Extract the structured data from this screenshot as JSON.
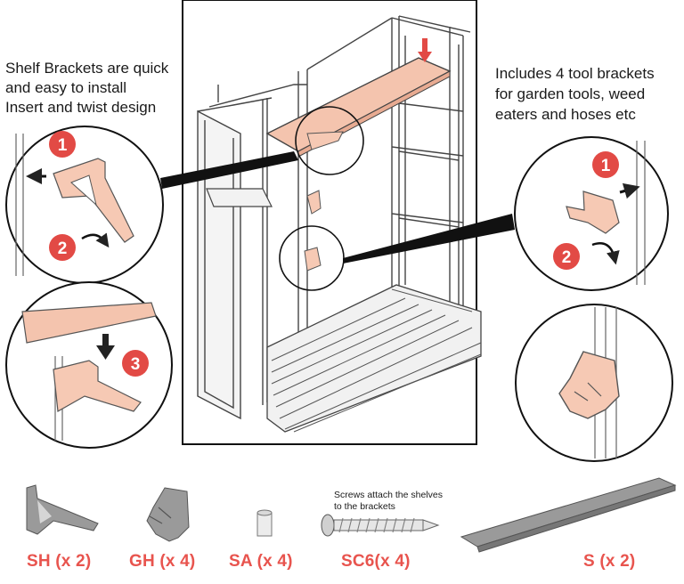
{
  "captions": {
    "left": [
      "Shelf Brackets are quick",
      "and easy to install",
      "Insert and twist design"
    ],
    "right": [
      "Includes 4 tool brackets",
      "for garden tools, weed",
      "eaters and hoses etc"
    ],
    "screw_note": [
      "Screws attach the shelves",
      "to the brackets"
    ]
  },
  "steps": {
    "one": "1",
    "two": "2",
    "three": "3"
  },
  "parts": [
    {
      "code": "SH (x 2)"
    },
    {
      "code": "GH (x 4)"
    },
    {
      "code": "SA (x 4)"
    },
    {
      "code": "SC6(x 4)"
    },
    {
      "code": "S (x 2)"
    }
  ],
  "colors": {
    "shelf": "#f4c4ae",
    "bracket": "#f6c9b4",
    "step_badge": "#e24a45",
    "part_label": "#e8544e",
    "part_gray": "#9a9a9a",
    "line": "#333333"
  },
  "icons": [
    "down-arrow-icon",
    "left-arrow-icon",
    "rotate-arrow-icon",
    "right-arrow-icon"
  ]
}
